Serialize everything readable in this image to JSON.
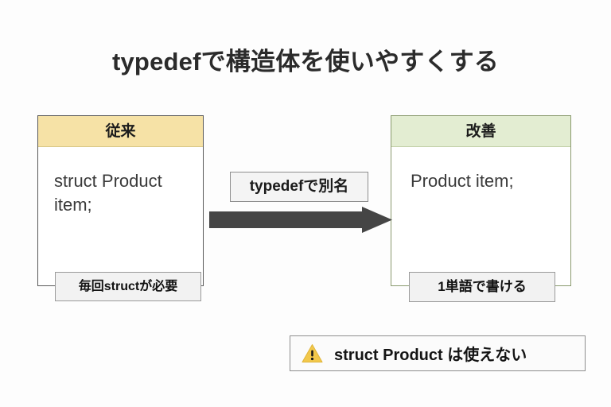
{
  "slide": {
    "title": "typedefで構造体を使いやすくする",
    "background_color": "#fdfdfd"
  },
  "comparison": {
    "before": {
      "header": "従来",
      "header_color": "#f6e2a6",
      "code": "struct Product item;",
      "tag": "毎回structが必要"
    },
    "after": {
      "header": "改善",
      "header_color": "#e3edd2",
      "code": "Product item;",
      "tag": "1単語で書ける"
    }
  },
  "arrow": {
    "label": "typedefで別名",
    "color": "#454545"
  },
  "note": {
    "icon": "warning-triangle-icon",
    "icon_color": "#f2c84b",
    "text": "struct Product は使えない"
  }
}
